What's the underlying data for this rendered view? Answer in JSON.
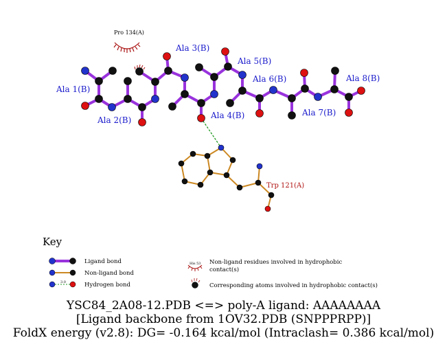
{
  "residue_labels": {
    "ala1": "Ala 1(B)",
    "ala2": "Ala 2(B)",
    "ala3": "Ala 3(B)",
    "ala4": "Ala 4(B)",
    "ala5": "Ala 5(B)",
    "ala6": "Ala 6(B)",
    "ala7": "Ala 7(B)",
    "ala8": "Ala 8(B)",
    "pro134": "Pro 134(A)",
    "trp121": "Trp 121(A)"
  },
  "key": {
    "title": "Key",
    "ligand_bond": "Ligand bond",
    "nonligand_bond": "Non-ligand bond",
    "hydrogen_bond": "Hydrogen bond",
    "hydrophobic_residues_line1": "Non-ligand residues involved in hydrophobic",
    "hydrophobic_residues_line2": "contact(s)",
    "corresponding_atoms": "Corresponding atoms involved in hydrophobic contact(s)",
    "his_example": "His 53",
    "hbond_distance_example": "3.0"
  },
  "caption": {
    "line1": "YSC84_2A08-12.PDB <=> poly-A ligand: AAAAAAAA",
    "line2": "[Ligand backbone from 1OV32.PDB (SNPPPRPP)]",
    "line3": "FoldX energy (v2.8): DG= -0.164 kcal/mol (Intraclash= 0.386 kcal/mol)"
  },
  "colors": {
    "ligand_bond": "#9933dd",
    "nonligand_bond": "#cc8822",
    "hydrogen_bond": "#229922",
    "carbon": "#111111",
    "nitrogen": "#2233cc",
    "oxygen": "#dd1111",
    "hydrophobic_arc": "#aa1111"
  }
}
